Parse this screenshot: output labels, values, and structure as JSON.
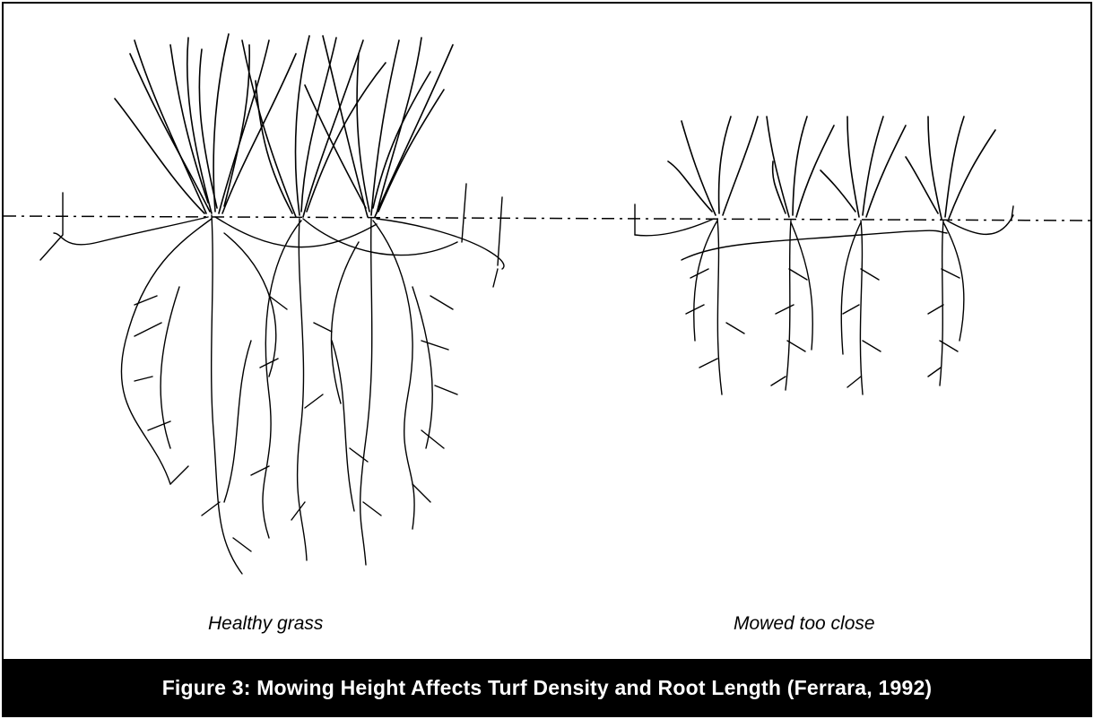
{
  "figure": {
    "caption": "Figure 3: Mowing Height Affects Turf Density and Root Length (Ferrara, 1992)"
  },
  "panels": [
    {
      "id": "healthy",
      "label": "Healthy grass"
    },
    {
      "id": "mowed",
      "label": "Mowed too close"
    }
  ],
  "colors": {
    "ink": "#000000",
    "background": "#ffffff",
    "caption_bg": "#000000",
    "caption_text": "#ffffff"
  }
}
